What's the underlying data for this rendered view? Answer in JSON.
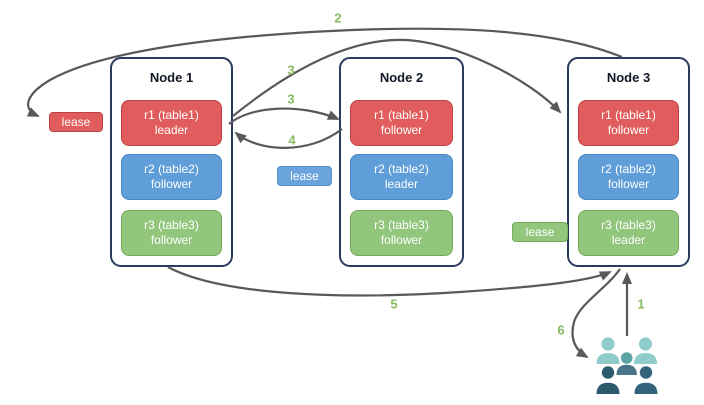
{
  "nodes": [
    {
      "title": "Node 1",
      "replicas": [
        {
          "name": "r1 (table1)",
          "role": "leader",
          "color": "#e15d5d"
        },
        {
          "name": "r2 (table2)",
          "role": "follower",
          "color": "#5f9ed9"
        },
        {
          "name": "r3 (table3)",
          "role": "follower",
          "color": "#93c67d"
        }
      ]
    },
    {
      "title": "Node 2",
      "replicas": [
        {
          "name": "r1 (table1)",
          "role": "follower",
          "color": "#e15d5d"
        },
        {
          "name": "r2 (table2)",
          "role": "leader",
          "color": "#5f9ed9"
        },
        {
          "name": "r3 (table3)",
          "role": "follower",
          "color": "#93c67d"
        }
      ]
    },
    {
      "title": "Node 3",
      "replicas": [
        {
          "name": "r1 (table1)",
          "role": "follower",
          "color": "#e15d5d"
        },
        {
          "name": "r2 (table2)",
          "role": "follower",
          "color": "#5f9ed9"
        },
        {
          "name": "r3 (table3)",
          "role": "leader",
          "color": "#93c67d"
        }
      ]
    }
  ],
  "leases": [
    {
      "label": "lease",
      "color": "#e15d5d"
    },
    {
      "label": "lease",
      "color": "#6ba3dc"
    },
    {
      "label": "lease",
      "color": "#93c67d"
    }
  ],
  "steps": {
    "step1": "1",
    "step2": "2",
    "step3_to_node2": "3",
    "step3_to_node3": "3",
    "step4": "4",
    "step5": "5",
    "step6": "6"
  },
  "icons": {
    "clients": "users-group-icon"
  },
  "colors": {
    "node_border": "#2a3a60",
    "replica_red": "#e15d5d",
    "replica_blue": "#5f9ed9",
    "replica_green": "#93c67d",
    "arrow": "#595959",
    "step_label": "#85ba5e",
    "users_light_teal": "#8fccca",
    "users_teal": "#5da4a6",
    "users_slate": "#4a7487",
    "users_dark": "#2d5a6d",
    "users_dark_blue": "#33647b"
  }
}
